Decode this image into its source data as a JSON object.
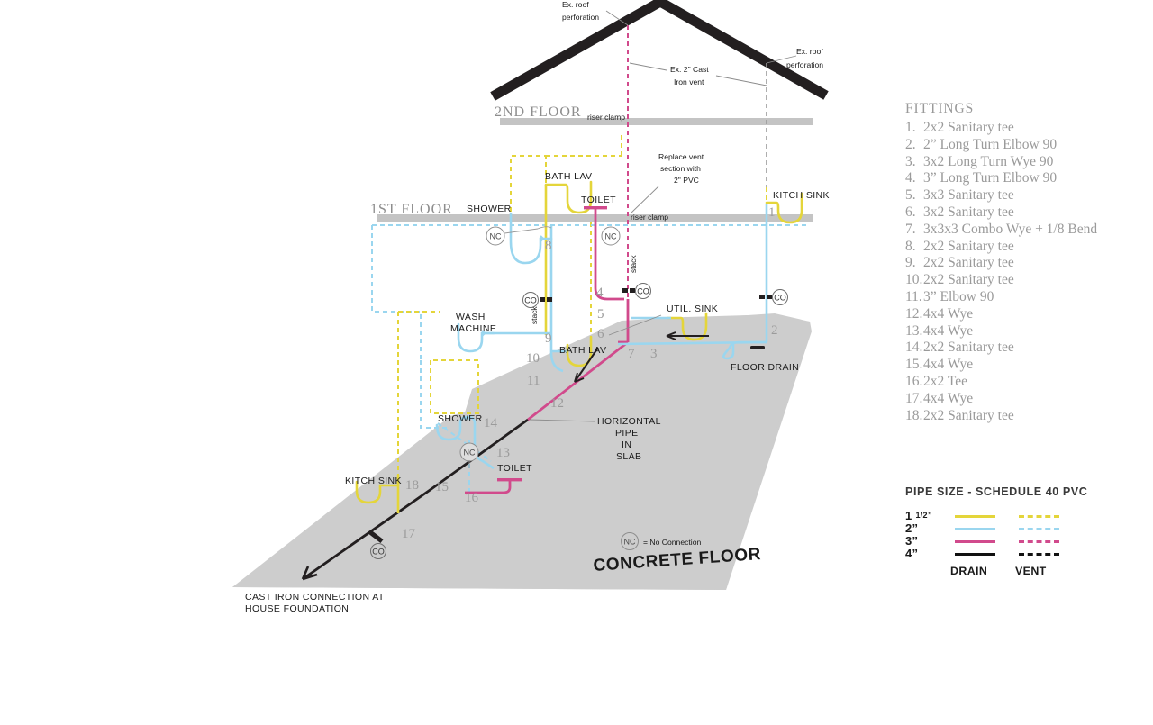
{
  "title": "Plumbing Isometric Riser Diagram",
  "floors": {
    "second": "2ND FLOOR",
    "first": "1ST FLOOR"
  },
  "roof": {
    "perforation_left": "Ex. roof\nperforation",
    "perforation_left_l1": "Ex. roof",
    "perforation_left_l2": "perforation",
    "perforation_right_l1": "Ex. roof",
    "perforation_right_l2": "perforation",
    "cast_iron_vent_l1": "Ex. 2\" Cast",
    "cast_iron_vent_l2": "Iron vent"
  },
  "notes": {
    "replace_vent_l1": "Replace vent",
    "replace_vent_l2": "section with",
    "replace_vent_l3": "2\" PVC",
    "riser_clamp_top": "riser clamp",
    "riser_clamp_mid": "riser clamp",
    "horizontal_pipe_l1": "HORIZONTAL",
    "horizontal_pipe_l2": "PIPE",
    "horizontal_pipe_l3": "IN",
    "horizontal_pipe_l4": "SLAB",
    "cast_iron_conn_l1": "CAST IRON CONNECTION AT",
    "cast_iron_conn_l2": "HOUSE FOUNDATION",
    "concrete_floor": "CONCRETE FLOOR",
    "nc_key_symbol": "NC",
    "nc_key_text": "= No Connection",
    "stack_upper": "stack",
    "stack_lower": "stack"
  },
  "fixtures": {
    "shower_1st": "SHOWER",
    "bath_lav_1st": "BATH LAV",
    "toilet_1st": "TOILET",
    "kitch_sink_1st": "KITCH SINK",
    "wash_machine_l1": "WASH",
    "wash_machine_l2": "MACHINE",
    "bath_lav_base": "BATH LAV",
    "util_sink": "UTIL. SINK",
    "floor_drain": "FLOOR DRAIN",
    "shower_base": "SHOWER",
    "toilet_base": "TOILET",
    "kitch_sink_base": "KITCH SINK"
  },
  "markers": {
    "co": "CO",
    "nc": "NC"
  },
  "fittings": {
    "heading": "FITTINGS",
    "items": [
      {
        "num": "1.",
        "text": "2x2 Sanitary tee"
      },
      {
        "num": "2.",
        "text": "2” Long Turn Elbow 90"
      },
      {
        "num": "3.",
        "text": "3x2 Long Turn Wye 90"
      },
      {
        "num": "4.",
        "text": "3” Long Turn Elbow 90"
      },
      {
        "num": "5.",
        "text": "3x3 Sanitary tee"
      },
      {
        "num": "6.",
        "text": "3x2 Sanitary tee"
      },
      {
        "num": "7.",
        "text": "3x3x3 Combo Wye + 1/8 Bend"
      },
      {
        "num": "8.",
        "text": "2x2 Sanitary tee"
      },
      {
        "num": "9.",
        "text": "2x2 Sanitary tee"
      },
      {
        "num": "10.",
        "text": "2x2 Sanitary tee"
      },
      {
        "num": "11.",
        "text": "3” Elbow 90"
      },
      {
        "num": "12.",
        "text": "4x4 Wye"
      },
      {
        "num": "13.",
        "text": "4x4 Wye"
      },
      {
        "num": "14.",
        "text": "2x2 Sanitary tee"
      },
      {
        "num": "15.",
        "text": "4x4 Wye"
      },
      {
        "num": "16.",
        "text": "2x2 Tee"
      },
      {
        "num": "17.",
        "text": "4x4 Wye"
      },
      {
        "num": "18.",
        "text": "2x2 Sanitary tee"
      }
    ]
  },
  "legend": {
    "title": "PIPE SIZE - SCHEDULE 40 PVC",
    "drain_label": "DRAIN",
    "vent_label": "VENT",
    "rows": [
      {
        "size_whole": "1",
        "size_frac": "1/2”",
        "size": "1 1/2”",
        "color": "#e4d53a"
      },
      {
        "size_whole": "2”",
        "size_frac": "",
        "size": "2”",
        "color": "#9ad6ef"
      },
      {
        "size_whole": "3”",
        "size_frac": "",
        "size": "3”",
        "color": "#d14a8c"
      },
      {
        "size_whole": "4”",
        "size_frac": "",
        "size": "4”",
        "color": "#111111"
      }
    ]
  },
  "fitting_callouts": [
    "1",
    "2",
    "3",
    "4",
    "5",
    "6",
    "7",
    "8",
    "9",
    "10",
    "11",
    "12",
    "13",
    "14",
    "15",
    "16",
    "17",
    "18"
  ],
  "colors": {
    "pipe_1_5in": "#e4d53a",
    "pipe_2in": "#9ad6ef",
    "pipe_3in": "#d14a8c",
    "pipe_4in": "#111111",
    "roof": "#231f20",
    "floor_band": "#c4c4c4",
    "slab": "#cdcdcd",
    "fitting_number": "#9b9b9b",
    "floor_label": "#8d8d8d"
  }
}
